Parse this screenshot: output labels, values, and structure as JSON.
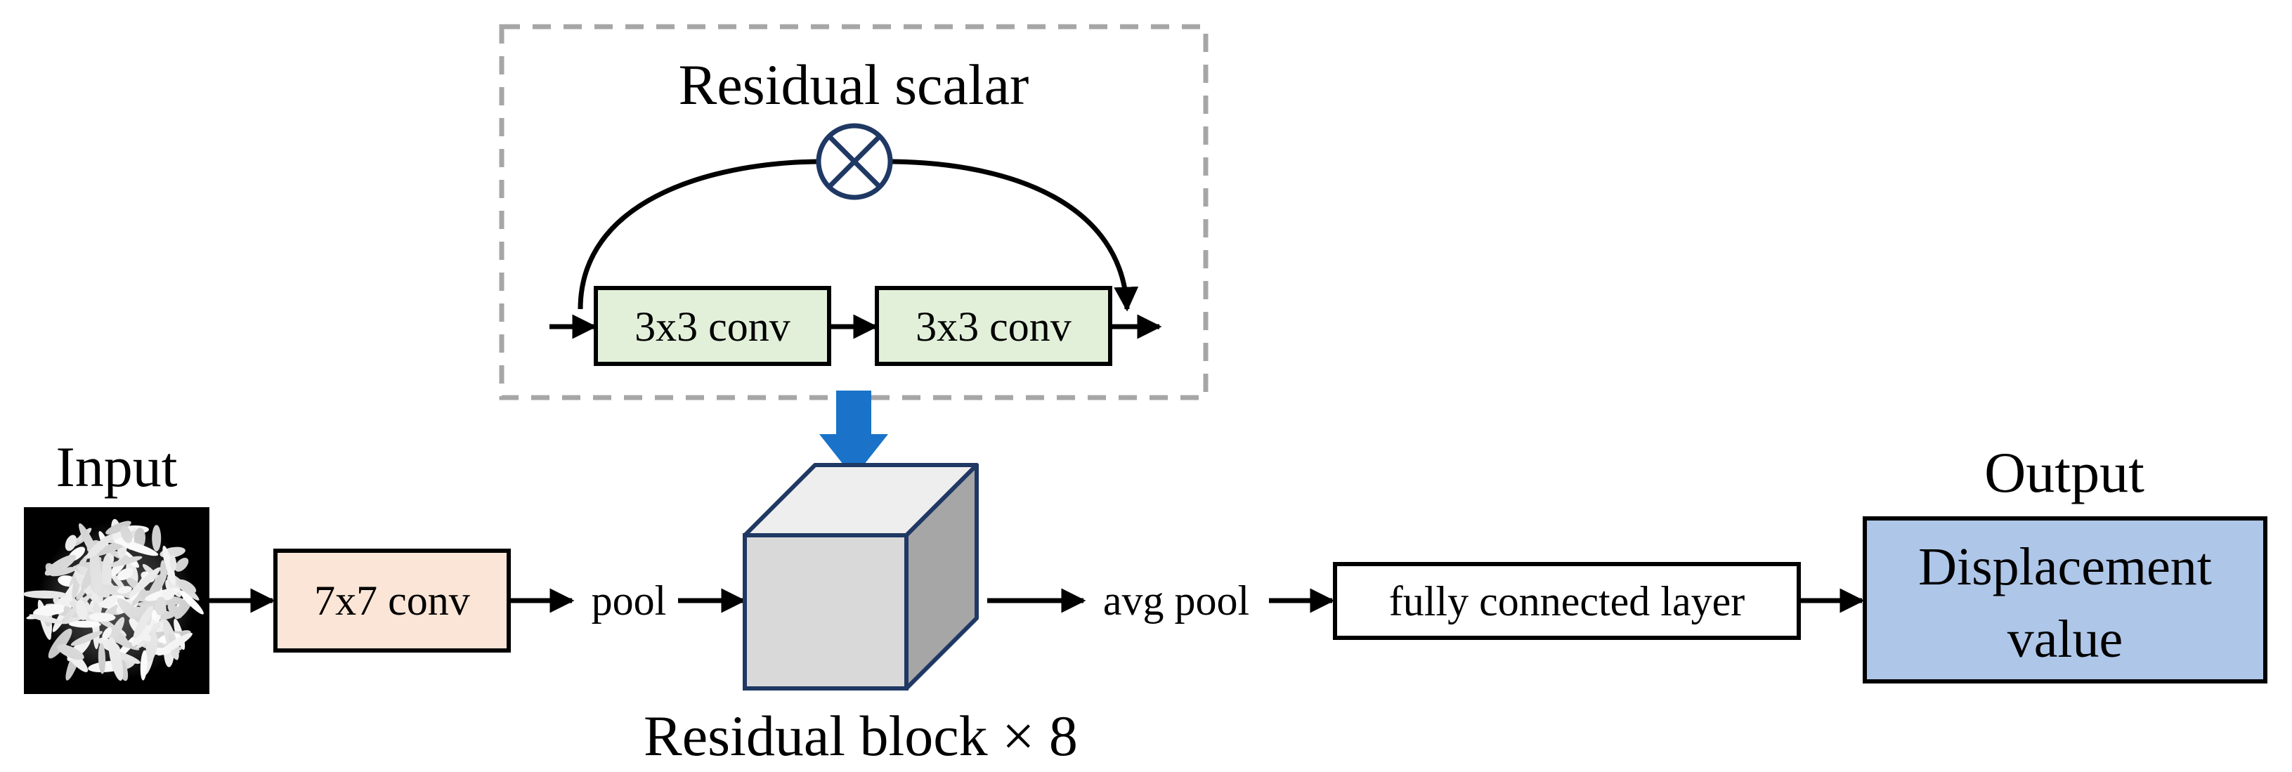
{
  "diagram": {
    "residual_scalar_label": "Residual scalar",
    "multiply_symbol": "⊗",
    "conv3_a_label": "3x3 conv",
    "conv3_b_label": "3x3 conv",
    "input_label": "Input",
    "conv7_label": "7x7 conv",
    "pool_label": "pool",
    "residual_block_label": "Residual block × 8",
    "avg_pool_label": "avg pool",
    "fc_label": "fully connected layer",
    "output_label": "Output",
    "output_box_line1": "Displacement",
    "output_box_line2": "value"
  },
  "colors": {
    "conv3_fill": "#e2f0d9",
    "conv7_fill": "#fbe5d6",
    "output_fill": "#aec6e8",
    "block_front": "#d9d9d9",
    "block_top": "#eeeeee",
    "block_side": "#a6a6a6",
    "block_edge": "#1f3864",
    "down_arrow": "#1a73c9",
    "dashed_border": "#a6a6a6"
  },
  "icons": {
    "input_image": "speckle-pattern-image",
    "multiply": "circled-times-icon"
  }
}
